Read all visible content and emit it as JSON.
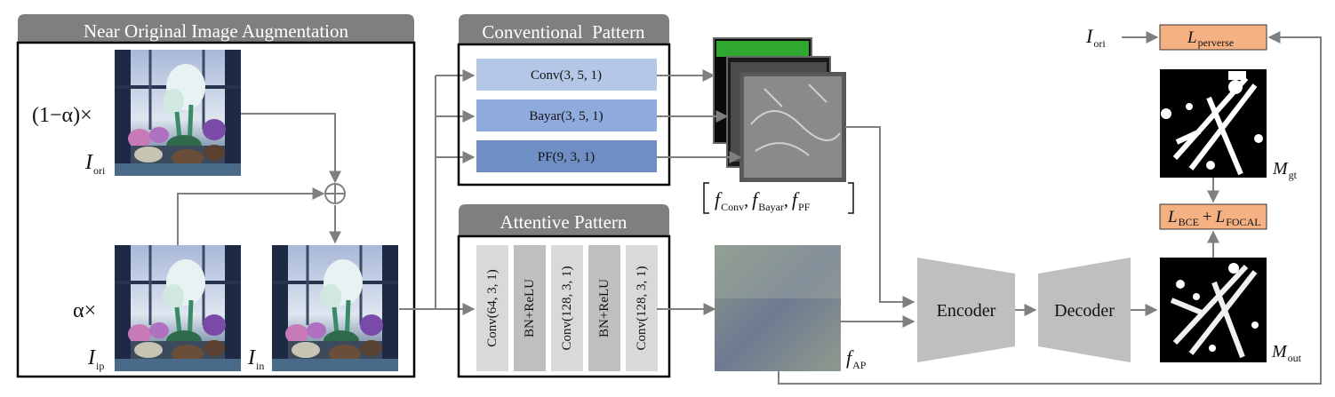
{
  "near": {
    "title": "Near Original Image Augmentation",
    "coef_top": "(1−α)×",
    "coef_bottom": "α×",
    "ori_var": "I",
    "ori_sub": "ori",
    "ip_var": "I",
    "ip_sub": "ip",
    "in_var": "I",
    "in_sub": "in"
  },
  "conventional": {
    "title": "Conventional  Pattern",
    "layers": [
      "Conv(3, 5, 1)",
      "Bayar(3, 5, 1)",
      "PF(9, 3, 1)"
    ],
    "colors": [
      "#b4c7e7",
      "#8faadc",
      "#6f8fc4"
    ]
  },
  "attentive": {
    "title": "Attentive Pattern",
    "layers": [
      "Conv(64, 3, 1)",
      "BN+ReLU",
      "Conv(128, 3, 1)",
      "BN+ReLU",
      "Conv(128, 3, 1)"
    ],
    "colors": [
      "#d9d9d9",
      "#bfbfbf",
      "#d9d9d9",
      "#bfbfbf",
      "#d9d9d9"
    ]
  },
  "features": {
    "f_var": "f",
    "conv_sub": "Conv",
    "bayar_sub": "Bayar",
    "pf_sub": "PF",
    "ap_sub": "AP"
  },
  "network": {
    "encoder": "Encoder",
    "decoder": "Decoder"
  },
  "losses": {
    "i_var": "I",
    "i_sub": "ori",
    "L_var": "L",
    "perverse_sub": "perverse",
    "bce_sub": "BCE",
    "plus": "+",
    "focal_sub": "FOCAL",
    "gt_var": "M",
    "gt_sub": "gt",
    "out_var": "M",
    "out_sub": "out"
  },
  "colors": {
    "tab": "#7f7f7f",
    "loss": "#f4b183",
    "block": "#bfbfbf",
    "arrow": "#7f7f7f"
  }
}
